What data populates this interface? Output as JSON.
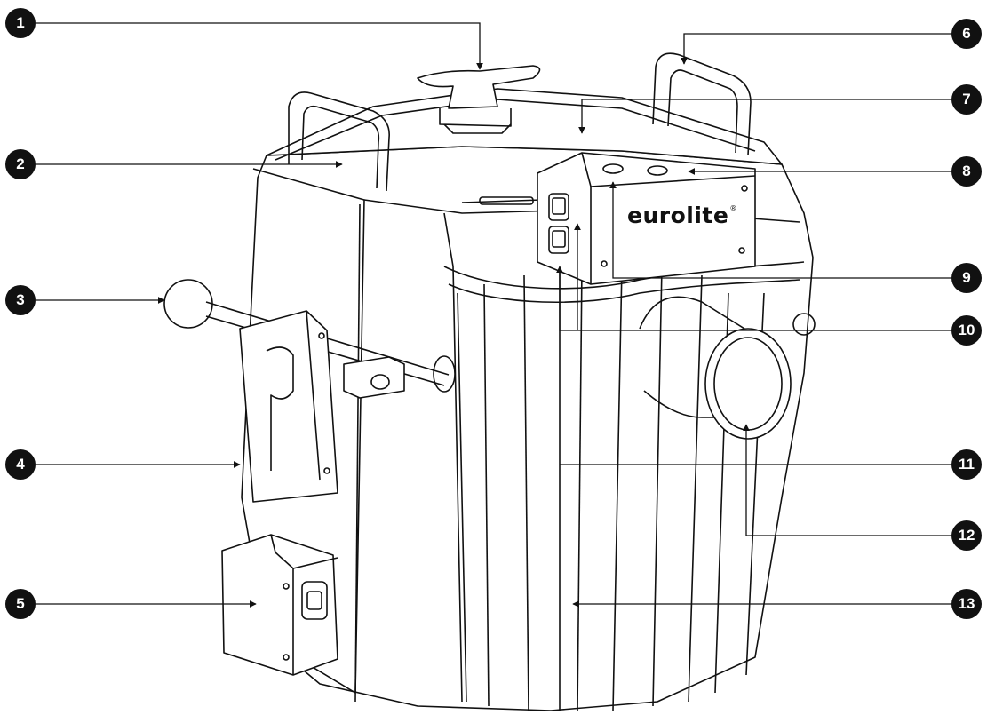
{
  "brand": {
    "logo_text": "eurolite",
    "registered_mark": "®"
  },
  "callouts": [
    {
      "number": "1"
    },
    {
      "number": "2"
    },
    {
      "number": "3"
    },
    {
      "number": "4"
    },
    {
      "number": "5"
    },
    {
      "number": "6"
    },
    {
      "number": "7"
    },
    {
      "number": "8"
    },
    {
      "number": "9"
    },
    {
      "number": "10"
    },
    {
      "number": "11"
    },
    {
      "number": "12"
    },
    {
      "number": "13"
    }
  ],
  "colors": {
    "ink": "#111111",
    "background": "#ffffff"
  }
}
